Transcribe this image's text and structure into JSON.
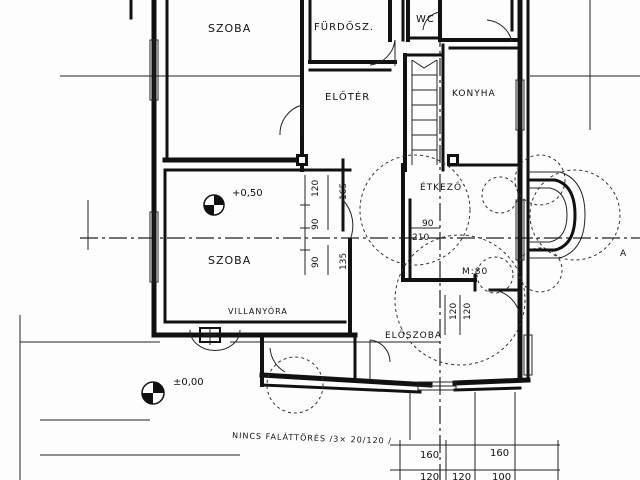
{
  "rooms": {
    "szoba_top": "SZOBA",
    "furdo": "FÜRDŐSZ.",
    "wc": "WC",
    "eloter": "ELŐTÉR",
    "konyha": "KONYHA",
    "etkezo": "ÉTKEZŐ",
    "szoba_main": "SZOBA",
    "eloszoba": "ELŐSZOBA"
  },
  "labels": {
    "villanyora": "VILLANYÓRA",
    "level_upper": "+0,50",
    "level_lower": "±0,00",
    "note": "NINCS FALÁTTÖRÉS /3× 20/120 /",
    "m80": "M:80",
    "axis_mark": "A"
  },
  "dims": {
    "d120a": "120",
    "d165": "165",
    "d90a": "90",
    "d90b": "90",
    "d135": "135",
    "d90c": "90",
    "d210": "210",
    "d120b": "120",
    "d120c": "120",
    "b160a": "160",
    "b160b": "160",
    "b120a": "120",
    "b120b": "120",
    "b100": "100"
  }
}
